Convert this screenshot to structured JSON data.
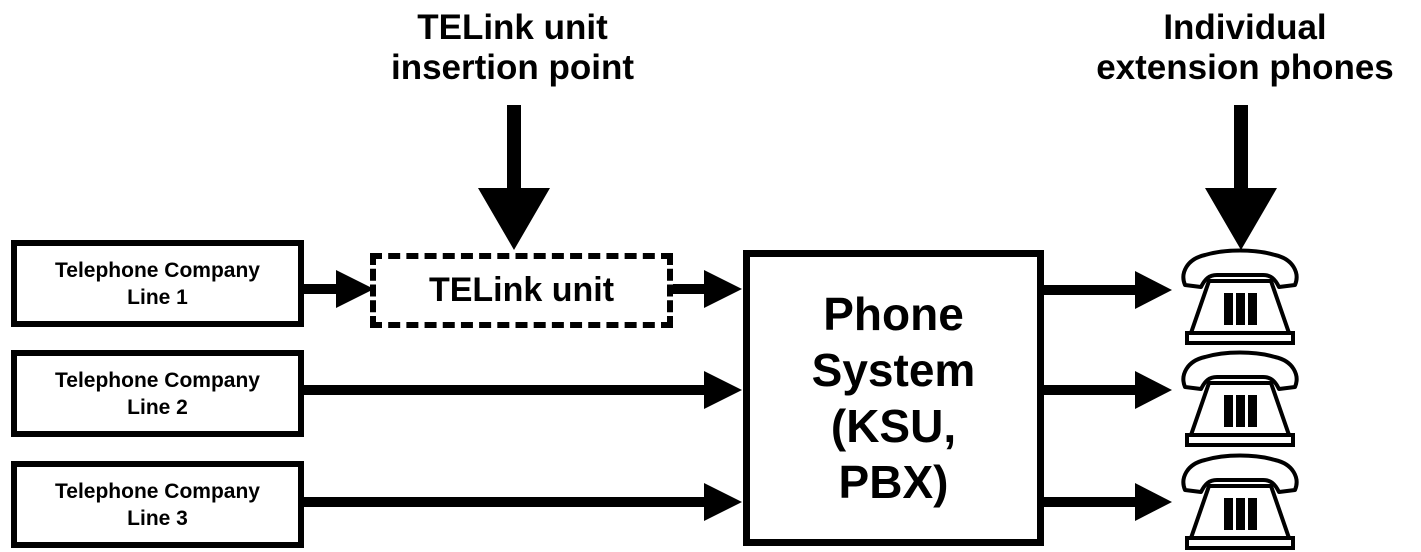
{
  "labels": {
    "insertion_title_1": "TELink unit",
    "insertion_title_2": "insertion point",
    "phones_title_1": "Individual",
    "phones_title_2": "extension phones"
  },
  "lines": [
    {
      "name": "Telephone Company",
      "num": "Line 1"
    },
    {
      "name": "Telephone Company",
      "num": "Line 2"
    },
    {
      "name": "Telephone Company",
      "num": "Line 3"
    }
  ],
  "telink_unit": "TELink unit",
  "phone_system": [
    "Phone",
    "System",
    "(KSU,",
    "PBX)"
  ]
}
